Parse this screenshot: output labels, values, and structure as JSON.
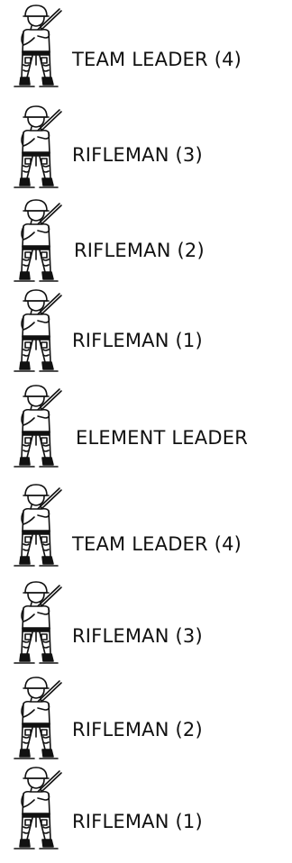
{
  "formation": {
    "items": [
      {
        "label": "TEAM LEADER (4)"
      },
      {
        "label": "RIFLEMAN (3)"
      },
      {
        "label": "RIFLEMAN (2)"
      },
      {
        "label": "RIFLEMAN (1)"
      },
      {
        "label": "ELEMENT LEADER"
      },
      {
        "label": "TEAM LEADER (4)"
      },
      {
        "label": "RIFLEMAN (3)"
      },
      {
        "label": "RIFLEMAN (2)"
      },
      {
        "label": "RIFLEMAN (1)"
      }
    ]
  }
}
